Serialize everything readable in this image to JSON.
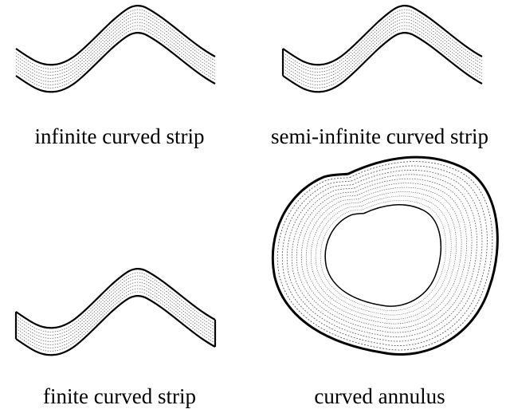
{
  "panels": [
    {
      "caption": "infinite curved strip"
    },
    {
      "caption": "semi-infinite curved strip"
    },
    {
      "caption": "finite curved strip"
    },
    {
      "caption": "curved annulus"
    }
  ],
  "colors": {
    "stroke": "#000000",
    "hatch": "#555555",
    "background": "#ffffff"
  }
}
